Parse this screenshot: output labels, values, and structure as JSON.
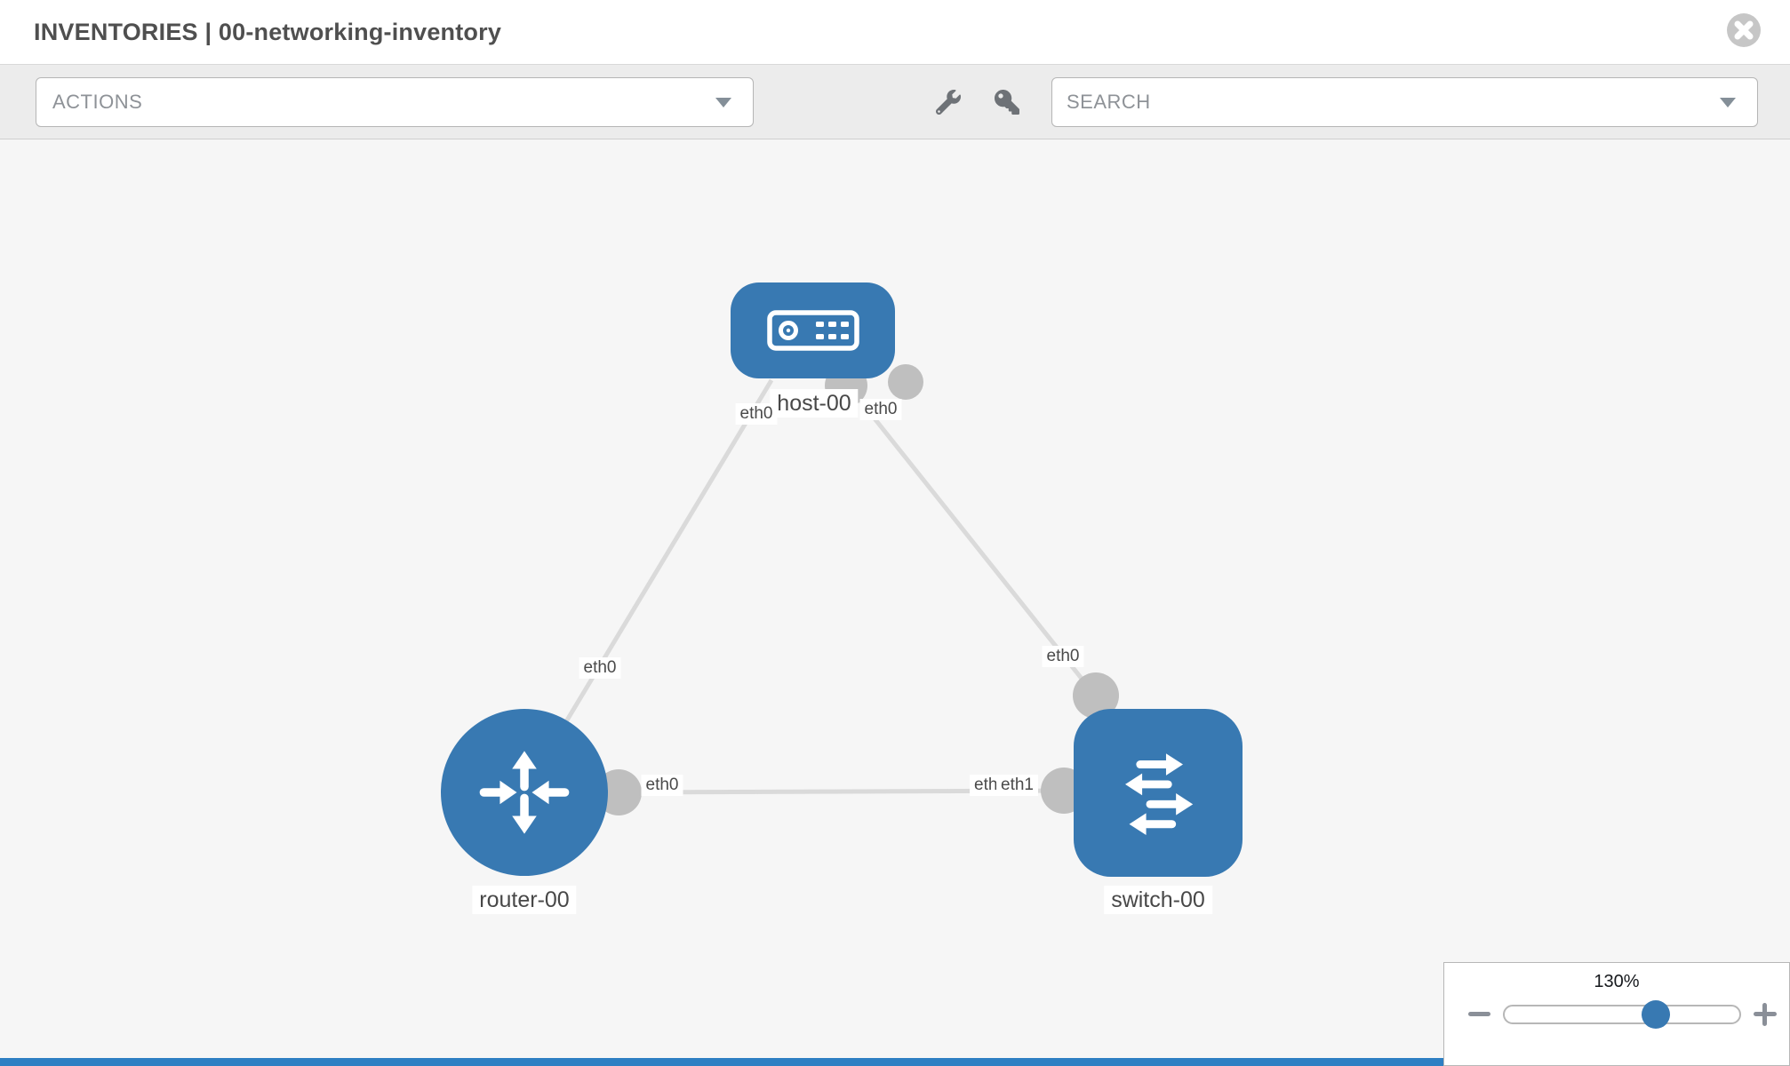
{
  "header": {
    "title": "INVENTORIES | 00-networking-inventory"
  },
  "toolbar": {
    "actions_label": "ACTIONS",
    "search_placeholder": "SEARCH"
  },
  "topology": {
    "nodes": [
      {
        "id": "host-00",
        "type": "host",
        "label": "host-00"
      },
      {
        "id": "router-00",
        "type": "router",
        "label": "router-00"
      },
      {
        "id": "switch-00",
        "type": "switch",
        "label": "switch-00"
      }
    ],
    "links": [
      {
        "from": "host-00",
        "to": "router-00",
        "from_interface": "eth0",
        "to_interface": "eth0"
      },
      {
        "from": "host-00",
        "to": "switch-00",
        "from_interface": "eth0",
        "to_interface": "eth0"
      },
      {
        "from": "router-00",
        "to": "switch-00",
        "from_interface": "eth0",
        "to_interface": "eth1"
      }
    ],
    "interface_labels": {
      "host_to_router": "eth0",
      "host_to_switch": "eth0",
      "router_to_host": "eth0",
      "switch_to_host": "eth0",
      "router_to_switch": "eth0",
      "switch_to_router_back": "eth0",
      "switch_to_router_front": "eth1"
    }
  },
  "zoom_control": {
    "level": "130%"
  },
  "colors": {
    "node_fill": "#3879b2",
    "link_stroke": "#dadada",
    "connector_fill": "#bfbfbf",
    "canvas_bg": "#f6f6f6",
    "toolbar_bg": "#ececec",
    "slider_handle": "#3879b2",
    "footer_bar": "#2e7fc3"
  }
}
